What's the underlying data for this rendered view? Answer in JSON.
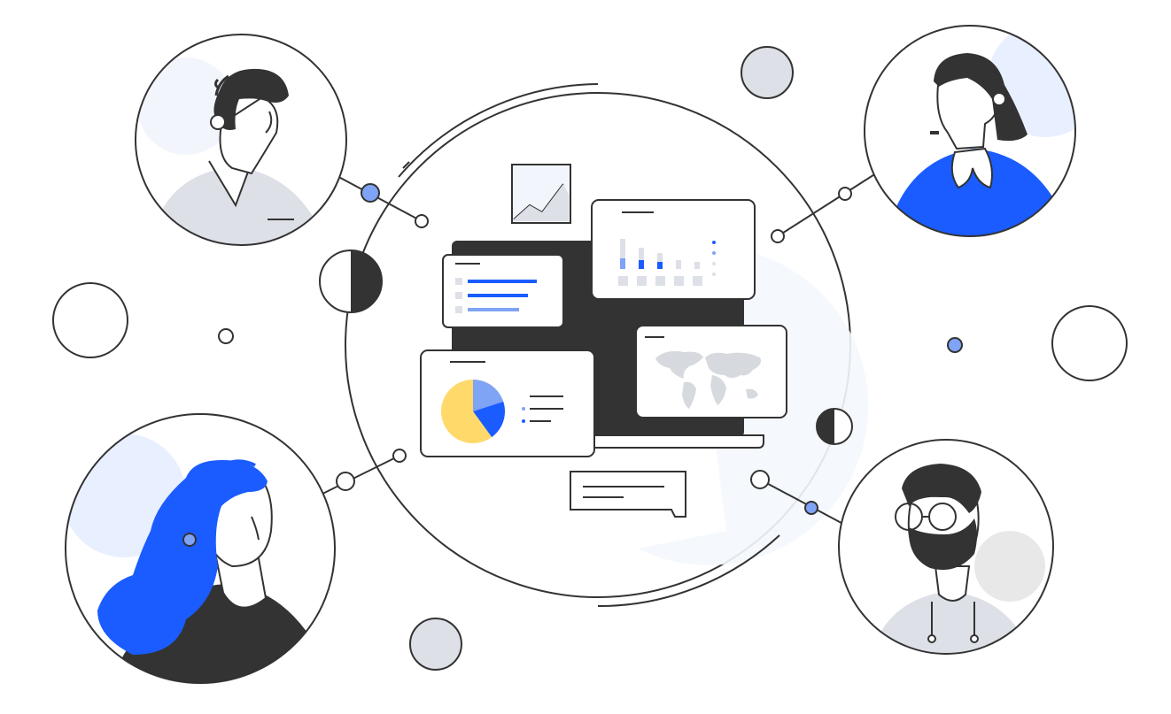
{
  "colors": {
    "ink": "#333333",
    "blue": "#1a5cff",
    "light_blue": "#7fa3f5",
    "soft_blue": "#e8efff",
    "grey_fill": "#dde0e6",
    "pale": "#f2f5fb",
    "yellow": "#ffd96a",
    "map_grey": "#d6d9de"
  },
  "icons": {
    "image_placeholder": "image-placeholder-icon",
    "speech_bubble": "speech-bubble-icon",
    "world_map": "world-map-icon"
  },
  "illustration_elements": {
    "pie_chart_share": [
      0.2,
      0.2,
      0.6
    ],
    "bar_chart_levels": [
      0.85,
      0.6,
      0.45,
      0.25,
      0.2
    ],
    "bar_chart_blue_levels": [
      0.3,
      0.25,
      0.2,
      0,
      0
    ]
  }
}
